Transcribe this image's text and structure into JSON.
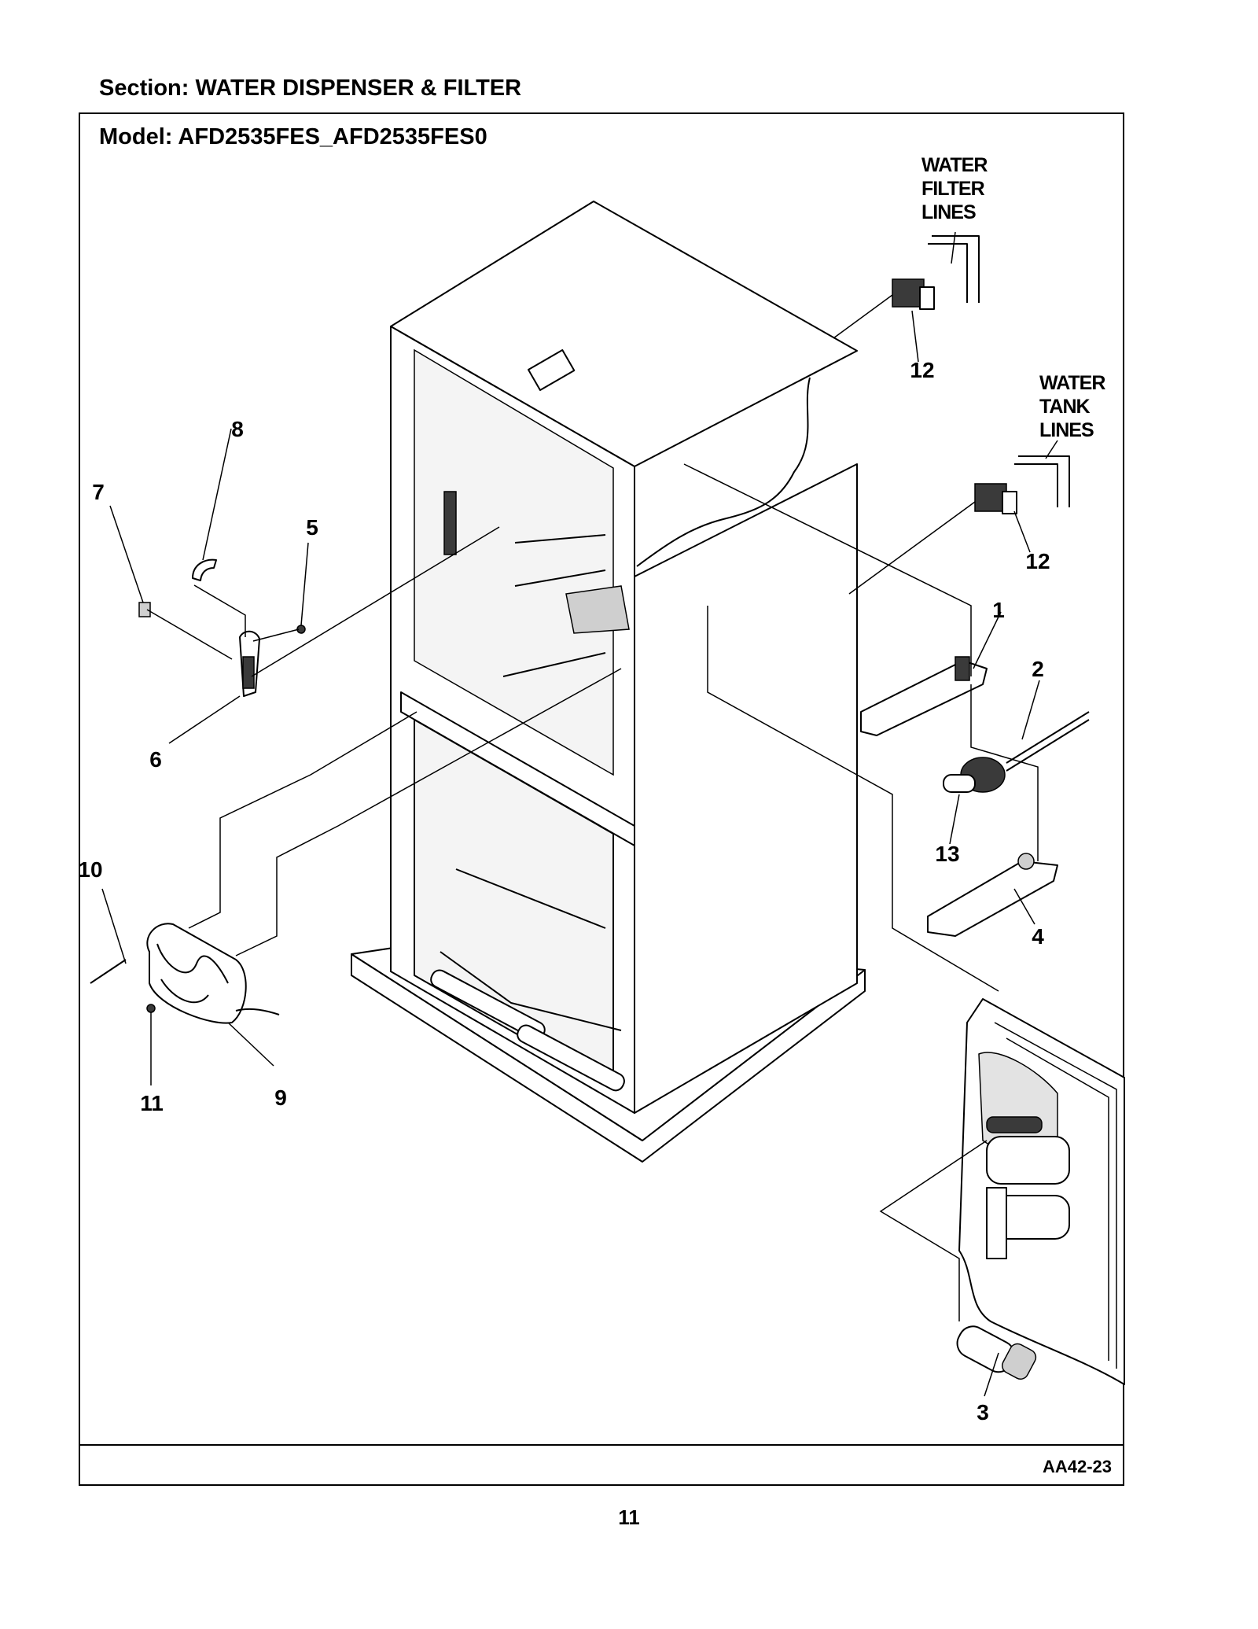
{
  "header": {
    "section": "Section:  WATER DISPENSER & FILTER",
    "model": "Model:  AFD2535FES_AFD2535FES0"
  },
  "diagram": {
    "callouts": [
      "1",
      "2",
      "3",
      "4",
      "5",
      "6",
      "7",
      "8",
      "9",
      "10",
      "11",
      "12",
      "12",
      "13"
    ],
    "labels": {
      "water_filter_lines": [
        "WATER",
        "FILTER",
        "LINES"
      ],
      "water_tank_lines": [
        "WATER",
        "TANK",
        "LINES"
      ]
    }
  },
  "footer": {
    "diagram_code": "AA42-23",
    "page_number": "11"
  }
}
